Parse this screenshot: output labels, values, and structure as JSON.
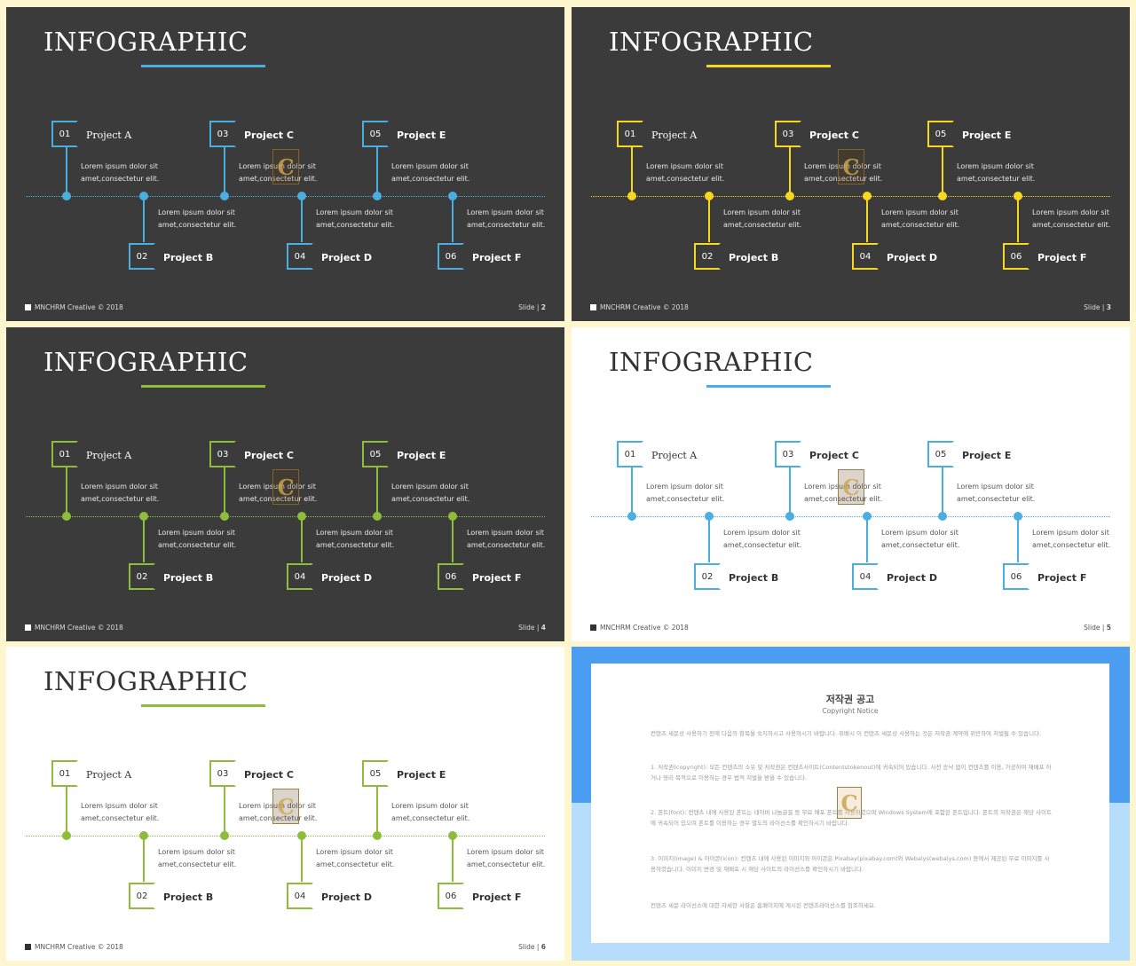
{
  "slides": [
    {
      "theme": "dark",
      "accent": "#4aaee0",
      "slide_no": "2",
      "title": "INFOGRAPHIC"
    },
    {
      "theme": "dark",
      "accent": "#f6d81e",
      "slide_no": "3",
      "title": "INFOGRAPHIC"
    },
    {
      "theme": "dark",
      "accent": "#8dbd3a",
      "slide_no": "4",
      "title": "INFOGRAPHIC"
    },
    {
      "theme": "light",
      "accent": "#4aaee0",
      "slide_no": "5",
      "title": "INFOGRAPHIC"
    },
    {
      "theme": "light",
      "accent": "#8dbd3a",
      "slide_no": "6",
      "title": "INFOGRAPHIC"
    }
  ],
  "projects": [
    {
      "num": "01",
      "name": "Project  A"
    },
    {
      "num": "02",
      "name": "Project B"
    },
    {
      "num": "03",
      "name": "Project C"
    },
    {
      "num": "04",
      "name": "Project D"
    },
    {
      "num": "05",
      "name": "Project E"
    },
    {
      "num": "06",
      "name": "Project F"
    }
  ],
  "desc_line1": "Lorem ipsum dolor sit",
  "desc_line2": "amet,consectetur elit.",
  "footer_left": "MNCHRM Creative © 2018",
  "footer_slide_label": "Slide | ",
  "watermark": "C",
  "notice": {
    "title": "저작권 공고",
    "subtitle": "Copyright Notice",
    "p1": "컨텐츠 세문상 사용하기 전에 다음의 항목을 숙지하시고 사용하시기 바랍니다. 위배시 이 컨텐츠 세문상 사용하는 것은 저작권 계약에 위반하여 처벌될 수 있습니다.",
    "p2": "1. 저작권(copyright): 모든 컨텐츠의 소유 및 저작권은 컨텐츠사이트(Contentstokenout)에 귀속되어 있습니다. 사전 승낙 없이 컨텐츠를 이용, 가공하여 재배포 하거나 영리 목적으로 이용하는 경우 법적 처벌을 받을 수 있습니다.",
    "p3": "2. 폰트(font): 컨텐츠 내에 사용된 폰트는 네이버 나눔글꼴 등 무료 배포 폰트를 사용하였으며 Windows System에 포함된 폰트입니다. 폰트의 저작권은 해당 사이트에 귀속되어 있으며 폰트를 이용하는 경우 별도의 라이선스를 확인하시기 바랍니다.",
    "p4": "3. 이미지(image) & 아이콘(icon): 컨텐츠 내에 사용된 이미지와 아이콘은 Pixabay(pixabay.com)와 Webalys(webalys.com) 등에서 제공된 무료 이미지를 사용하였습니다. 이미지 변경 및 재배포 시 해당 사이트의 라이선스를 확인하시기 바랍니다.",
    "p5": "컨텐츠 세문 라이선스에 대한 자세한 사항은 홈페이지에 게시된 컨텐츠라이선스를 참조하세요."
  }
}
